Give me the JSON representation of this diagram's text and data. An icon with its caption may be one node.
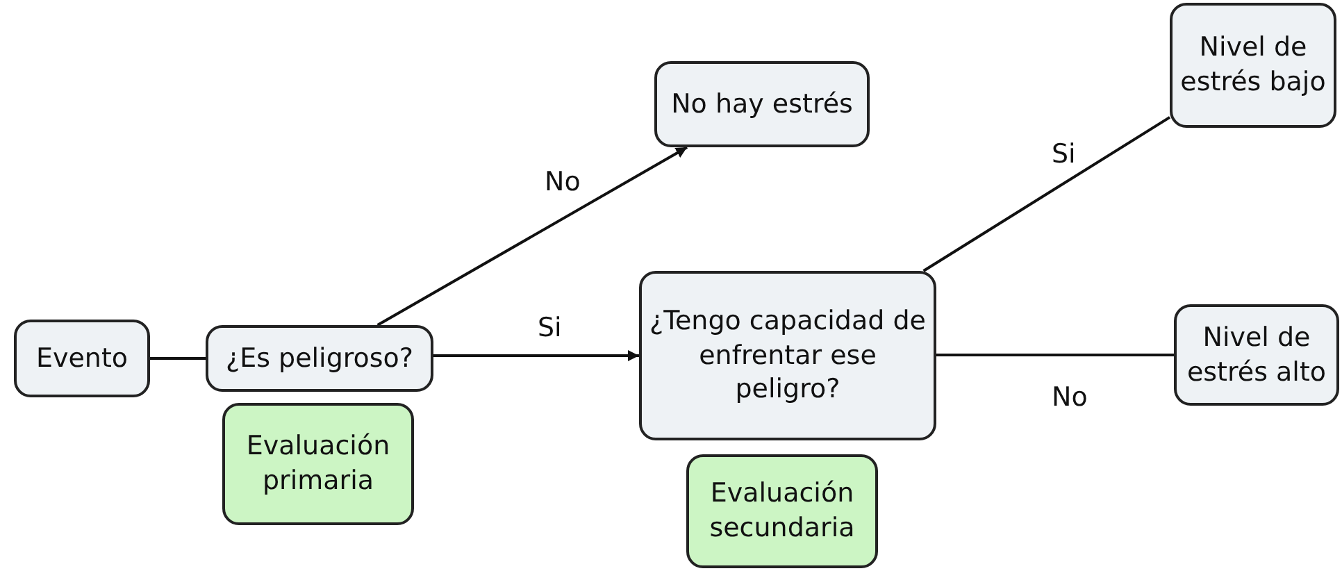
{
  "diagram": {
    "nodes": [
      {
        "text": [
          "Evento"
        ]
      },
      {
        "text": [
          "¿Es peligroso?"
        ]
      },
      {
        "text": [
          "No hay estrés"
        ]
      },
      {
        "text": [
          "¿Tengo capacidad de enfrentar ese peligro?"
        ]
      },
      {
        "text": [
          "Nivel de estrés bajo"
        ]
      },
      {
        "text": [
          "Nivel de estrés alto"
        ]
      },
      {
        "text": [
          "Evaluación primaria"
        ]
      },
      {
        "text": [
          "Evaluación secundaria"
        ]
      }
    ],
    "edges": [
      {
        "from": 0,
        "to": 1,
        "arrow": "none"
      },
      {
        "from": 1,
        "to": 2,
        "arrow": "to",
        "label": "No"
      },
      {
        "from": 1,
        "to": 3,
        "arrow": "to",
        "label": "Si"
      },
      {
        "from": 3,
        "to": 4,
        "arrow": "none",
        "label": "Si"
      },
      {
        "from": 3,
        "to": 5,
        "arrow": "none",
        "label": "No"
      }
    ]
  }
}
